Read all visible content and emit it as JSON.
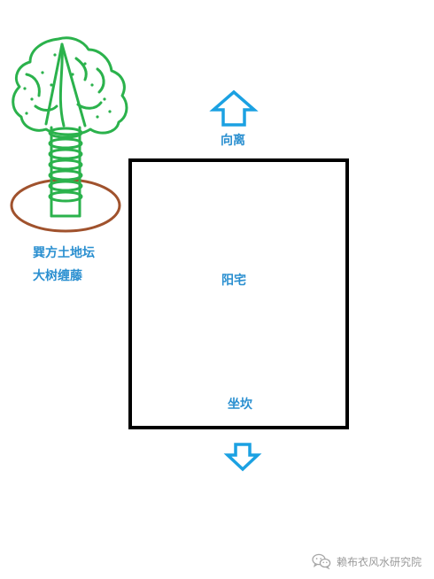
{
  "diagram": {
    "labels": {
      "facing": "向离",
      "house": "阳宅",
      "sitting": "坐坎",
      "altar": "巽方土地坛",
      "tree": "大树缠藤"
    },
    "colors": {
      "label_blue": "#2a8fd0",
      "arrow_blue": "#1ba1e2",
      "tree_green": "#2bb24c",
      "altar_brown": "#a0522d",
      "house_outline": "#000000"
    },
    "icons": {
      "up_arrow": "up-arrow-icon",
      "down_arrow": "down-arrow-icon",
      "tree": "tree-icon",
      "altar": "altar-ellipse",
      "watermark": "wechat-icon"
    }
  },
  "watermark": {
    "text": "赖布衣风水研究院"
  }
}
